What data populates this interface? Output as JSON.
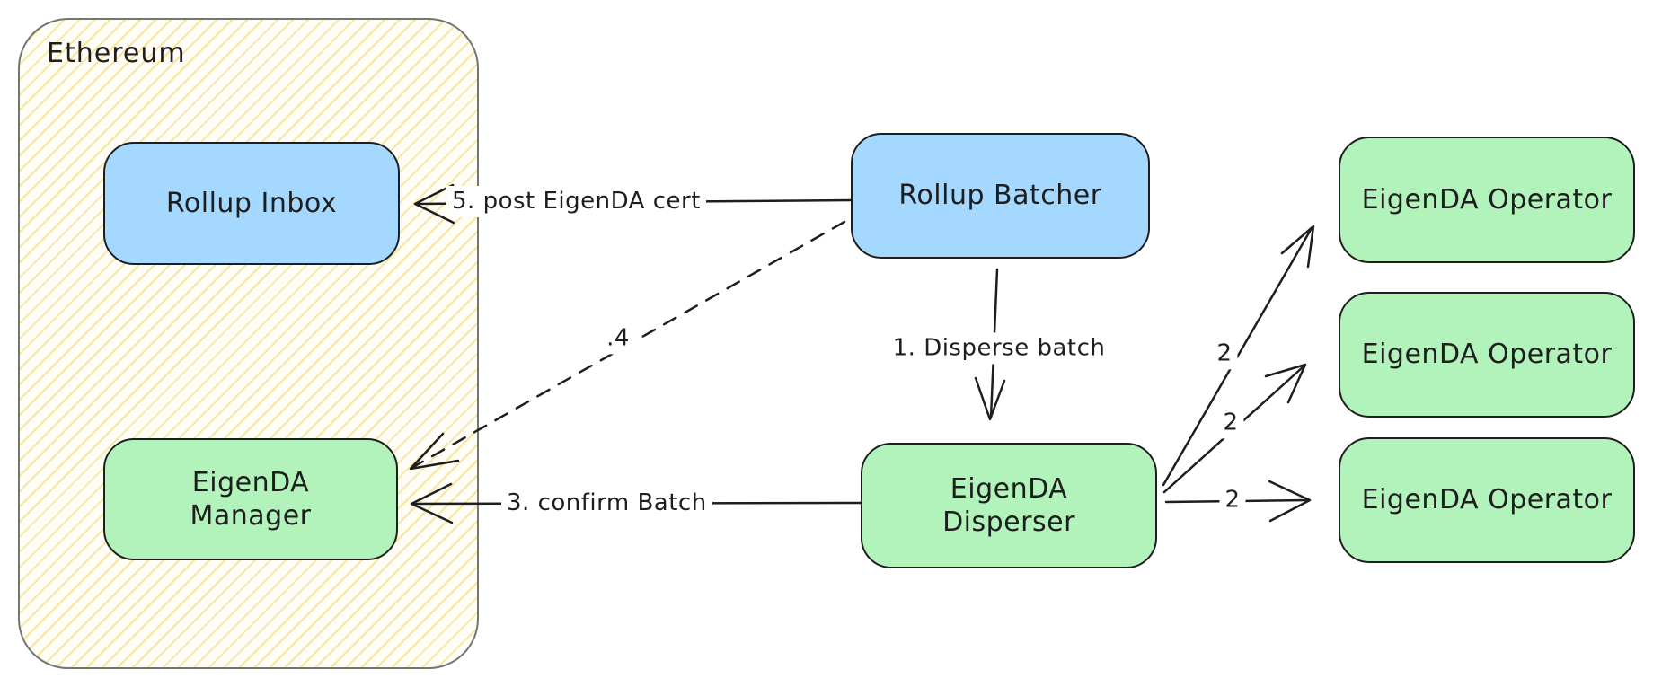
{
  "diagram": {
    "container_label": "Ethereum",
    "nodes": {
      "rollup_inbox": {
        "lines": [
          "Rollup Inbox"
        ],
        "fill": "blue"
      },
      "eigenda_manager": {
        "lines": [
          "EigenDA",
          "Manager"
        ],
        "fill": "green"
      },
      "rollup_batcher": {
        "lines": [
          "Rollup Batcher"
        ],
        "fill": "blue"
      },
      "eigenda_disperser": {
        "lines": [
          "EigenDA",
          "Disperser"
        ],
        "fill": "green"
      },
      "eigenda_operator_1": {
        "lines": [
          "EigenDA Operator"
        ],
        "fill": "green"
      },
      "eigenda_operator_2": {
        "lines": [
          "EigenDA Operator"
        ],
        "fill": "green"
      },
      "eigenda_operator_3": {
        "lines": [
          "EigenDA Operator"
        ],
        "fill": "green"
      }
    },
    "edge_labels": {
      "post_cert": "5. post EigenDA cert",
      "retrieve": ".4",
      "disperse_batch": "1. Disperse batch",
      "confirm_batch": "3. confirm Batch",
      "to_operator_1": "2",
      "to_operator_2": "2",
      "to_operator_3": "2"
    },
    "colors": {
      "canvas_bg": "#ffffff",
      "node_blue_fill": "#a5d8ff",
      "node_green_fill": "#b2f2bb",
      "node_stroke": "#1e1e1e",
      "container_stroke": "#757575",
      "hatch_line": "#f6e7a0",
      "hatch_bg": "#fffdf6",
      "arrow": "#1e1e1e",
      "text": "#1e1e1e"
    }
  }
}
